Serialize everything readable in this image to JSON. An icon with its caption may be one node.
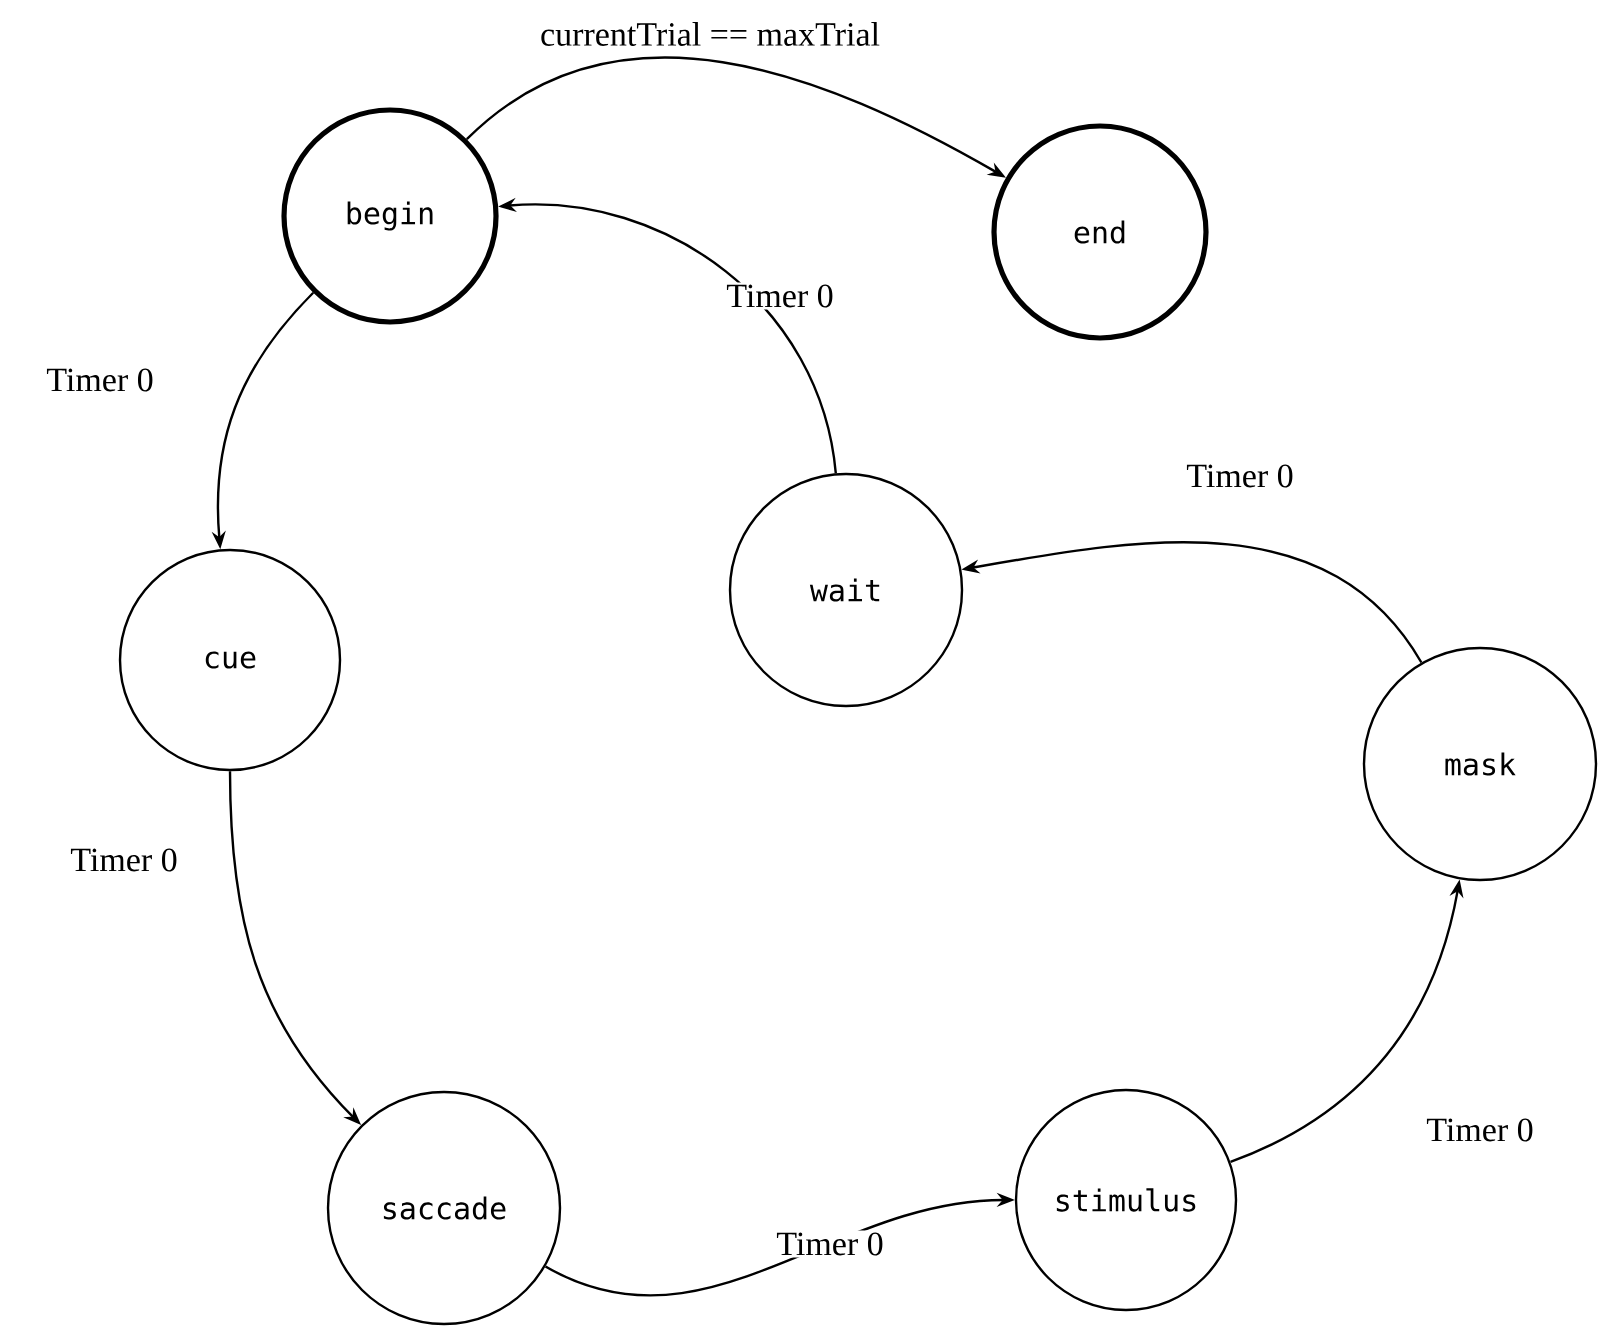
{
  "diagram": {
    "nodes": [
      {
        "text": [
          "begin"
        ]
      },
      {
        "text": [
          "end"
        ]
      },
      {
        "text": [
          "cue"
        ]
      },
      {
        "text": [
          "wait"
        ]
      },
      {
        "text": [
          "mask"
        ]
      },
      {
        "text": [
          "saccade"
        ]
      },
      {
        "text": [
          "stimulus"
        ]
      }
    ],
    "edges": [
      {
        "from": 0,
        "to": 1,
        "arrow": "to",
        "label": "currentTrial == maxTrial"
      },
      {
        "from": 0,
        "to": 2,
        "arrow": "to",
        "label": "Timer 0"
      },
      {
        "from": 2,
        "to": 5,
        "arrow": "to",
        "label": "Timer 0"
      },
      {
        "from": 5,
        "to": 6,
        "arrow": "to",
        "label": "Timer 0"
      },
      {
        "from": 6,
        "to": 4,
        "arrow": "to",
        "label": "Timer 0"
      },
      {
        "from": 4,
        "to": 3,
        "arrow": "to",
        "label": "Timer 0"
      },
      {
        "from": 3,
        "to": 0,
        "arrow": "to",
        "label": "Timer 0"
      }
    ]
  }
}
